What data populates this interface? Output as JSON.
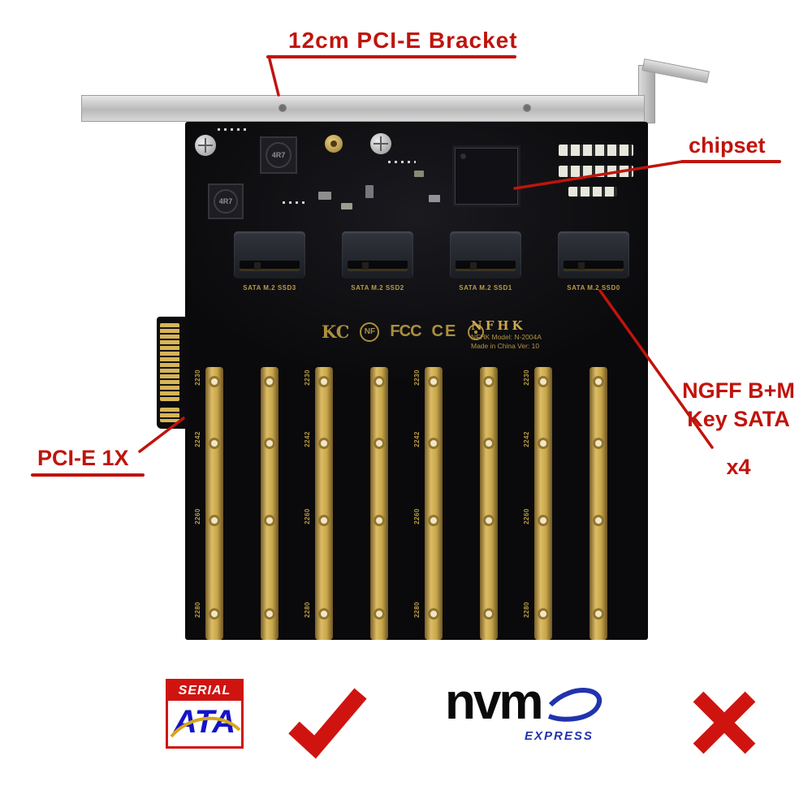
{
  "annotations": {
    "bracket_label": "12cm PCI-E Bracket",
    "chipset_label": "chipset",
    "pcie_label": "PCI-E 1X",
    "ngff_line1": "NGFF B+M",
    "ngff_line2": "Key SATA",
    "ngff_line3": "x4"
  },
  "board": {
    "brand": "NFHK",
    "model_line": "NFHK Model: N-2004A",
    "origin_line": "Made in China Ver: 10",
    "inductor_label": "4R7",
    "certs": [
      "KC",
      "NF",
      "FCC",
      "CE"
    ],
    "slots": [
      "SATA M.2 SSD3",
      "SATA M.2 SSD2",
      "SATA M.2 SSD1",
      "SATA M.2 SSD0"
    ],
    "standoff_sizes": [
      "2230",
      "2242",
      "2260",
      "2280"
    ]
  },
  "logos": {
    "sata": {
      "top": "SERIAL",
      "main": "ATA"
    },
    "nvme": {
      "main": "nvm",
      "sub": "EXPRESS"
    }
  },
  "icons": {
    "supported": "check-icon",
    "not_supported": "x-icon"
  },
  "colors": {
    "annotation_red": "#c0140c",
    "pcb_black": "#0a0a0c",
    "gold": "#c9a84b",
    "sata_blue": "#1414c8",
    "nvme_blue": "#2133ad"
  }
}
